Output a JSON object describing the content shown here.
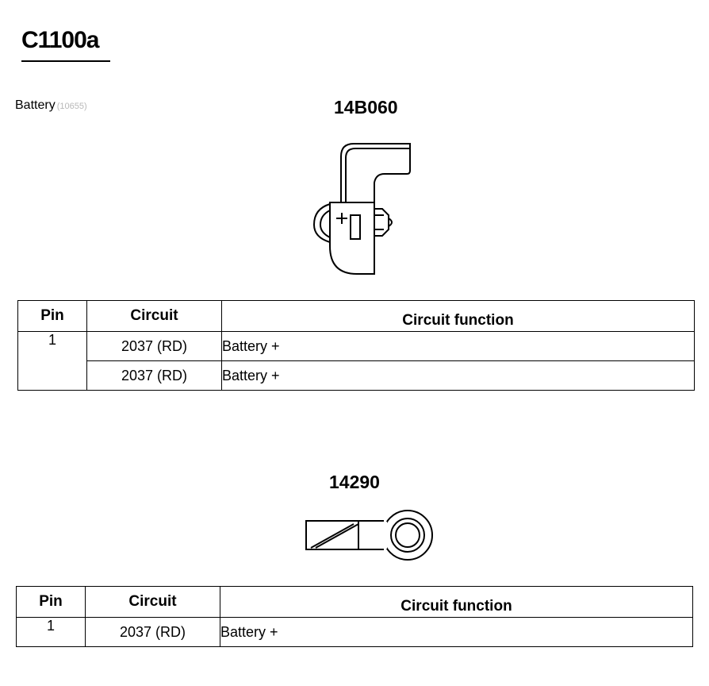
{
  "connector_id": "C1100a",
  "component": {
    "name": "Battery",
    "faint_text": "(10655)"
  },
  "parts": [
    {
      "part_number": "14B060",
      "table": {
        "headers": {
          "pin": "Pin",
          "circuit": "Circuit",
          "function": "Circuit function"
        },
        "rows": [
          {
            "pin": "1",
            "circuit": "2037 (RD)",
            "function": "Battery  +"
          },
          {
            "pin": "",
            "circuit": "2037 (RD)",
            "function": "Battery  +"
          }
        ]
      }
    },
    {
      "part_number": "14290",
      "table": {
        "headers": {
          "pin": "Pin",
          "circuit": "Circuit",
          "function": "Circuit function"
        },
        "rows": [
          {
            "pin": "1",
            "circuit": "2037 (RD)",
            "function": "Battery  +"
          }
        ]
      }
    }
  ]
}
